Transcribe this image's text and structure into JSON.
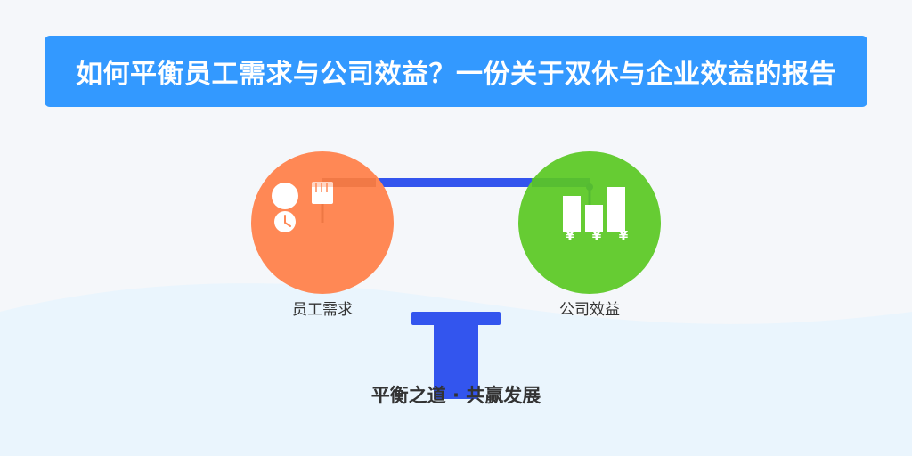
{
  "title": "如何平衡员工需求与公司效益？一份关于双休与企业效益的报告",
  "left_node": {
    "label": "员工需求",
    "color": "#ff8855",
    "icons": [
      "person-icon",
      "clock-icon",
      "calendar-icon"
    ]
  },
  "right_node": {
    "label": "公司效益",
    "color": "#66cc33",
    "icons": [
      "bar-chart-icon",
      "yuan-icon"
    ],
    "yuan_symbol": "¥"
  },
  "caption": "平衡之道 · 共赢发展",
  "colors": {
    "banner": "#3399ff",
    "beam": "#3355ee",
    "background": "#f5f7fa",
    "wave": "#eaf5fd"
  }
}
